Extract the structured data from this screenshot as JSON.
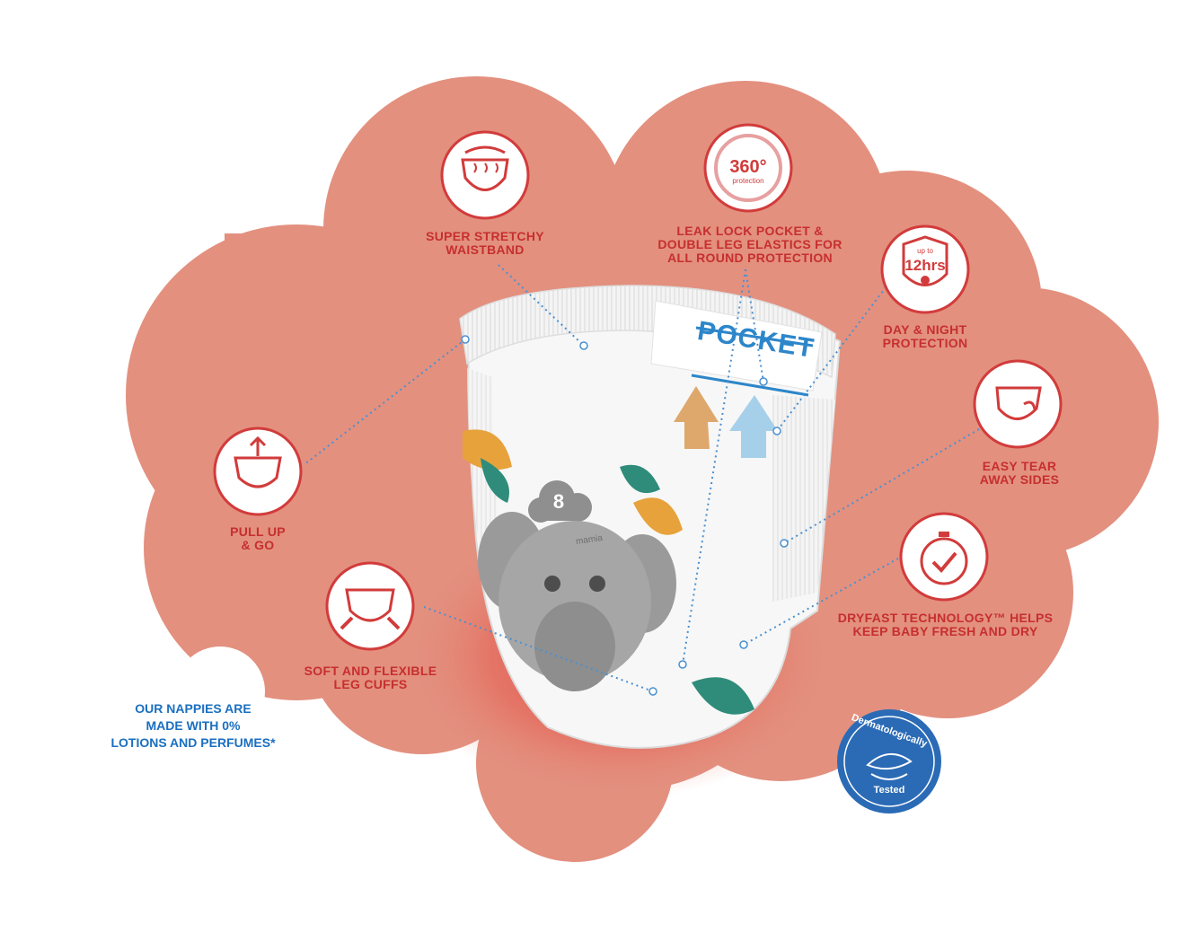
{
  "features": {
    "waistband": "SUPER STRETCHY\nWAISTBAND",
    "leak_lock": "LEAK LOCK POCKET &\nDOUBLE LEG ELASTICS FOR\nALL ROUND PROTECTION",
    "day_night": "DAY & NIGHT\nPROTECTION",
    "pull_up": "PULL UP\n& GO",
    "tear_away": "EASY TEAR\nAWAY SIDES",
    "leg_cuffs": "SOFT AND FLEXIBLE\nLEG CUFFS",
    "dryfast": "DRYFAST TECHNOLOGY™ HELPS\nKEEP BABY FRESH AND DRY"
  },
  "badges": {
    "protection_360": "360°",
    "protection_360_sub": "protection",
    "hours_upto": "up to",
    "hours_value": "12hrs"
  },
  "product": {
    "pocket_label": "POCKET",
    "size_number": "8",
    "brand_mark": "mamia"
  },
  "note": {
    "line1": "OUR NAPPIES ARE",
    "line2": "MADE WITH 0%",
    "line3": "LOTIONS AND PERFUMES*"
  },
  "seal": {
    "top": "Dermatologically",
    "bottom": "Tested"
  },
  "colors": {
    "cloud": "#e3907f",
    "accent_red": "#c62f2f",
    "note_blue": "#1a6fc0",
    "seal_blue": "#2b6bb6"
  }
}
